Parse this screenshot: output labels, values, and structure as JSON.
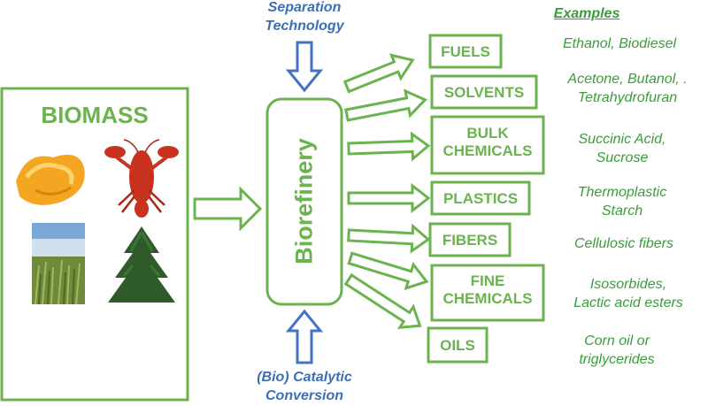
{
  "biomass": {
    "title": "BIOMASS"
  },
  "biorefinery": {
    "label": "Biorefinery"
  },
  "inputs": {
    "top": [
      "Separation",
      "Technology"
    ],
    "bottom": [
      "(Bio) Catalytic",
      "Conversion"
    ]
  },
  "products": [
    {
      "id": "fuels",
      "label": [
        "FUELS"
      ],
      "examples": [
        "Ethanol, Biodiesel"
      ]
    },
    {
      "id": "solvents",
      "label": [
        "SOLVENTS"
      ],
      "examples": [
        "Acetone, Butanol, .",
        "Tetrahydrofuran"
      ]
    },
    {
      "id": "bulk-chemicals",
      "label": [
        "BULK",
        "CHEMICALS"
      ],
      "examples": [
        "Succinic Acid,",
        "Sucrose"
      ]
    },
    {
      "id": "plastics",
      "label": [
        "PLASTICS"
      ],
      "examples": [
        "Thermoplastic",
        "Starch"
      ]
    },
    {
      "id": "fibers",
      "label": [
        "FIBERS"
      ],
      "examples": [
        "Cellulosic fibers"
      ]
    },
    {
      "id": "fine-chemicals",
      "label": [
        "FINE",
        "CHEMICALS"
      ],
      "examples": [
        "Isosorbides,",
        "Lactic acid esters"
      ]
    },
    {
      "id": "oils",
      "label": [
        "OILS"
      ],
      "examples": [
        "Corn oil or",
        "triglycerides"
      ]
    }
  ],
  "examples_heading": "Examples",
  "colors": {
    "green": "#6bb34f",
    "blue": "#4472c4",
    "example_text": "#3a9c3a"
  },
  "images": [
    "orange-peel",
    "lobster",
    "grass-field",
    "pine-tree"
  ]
}
